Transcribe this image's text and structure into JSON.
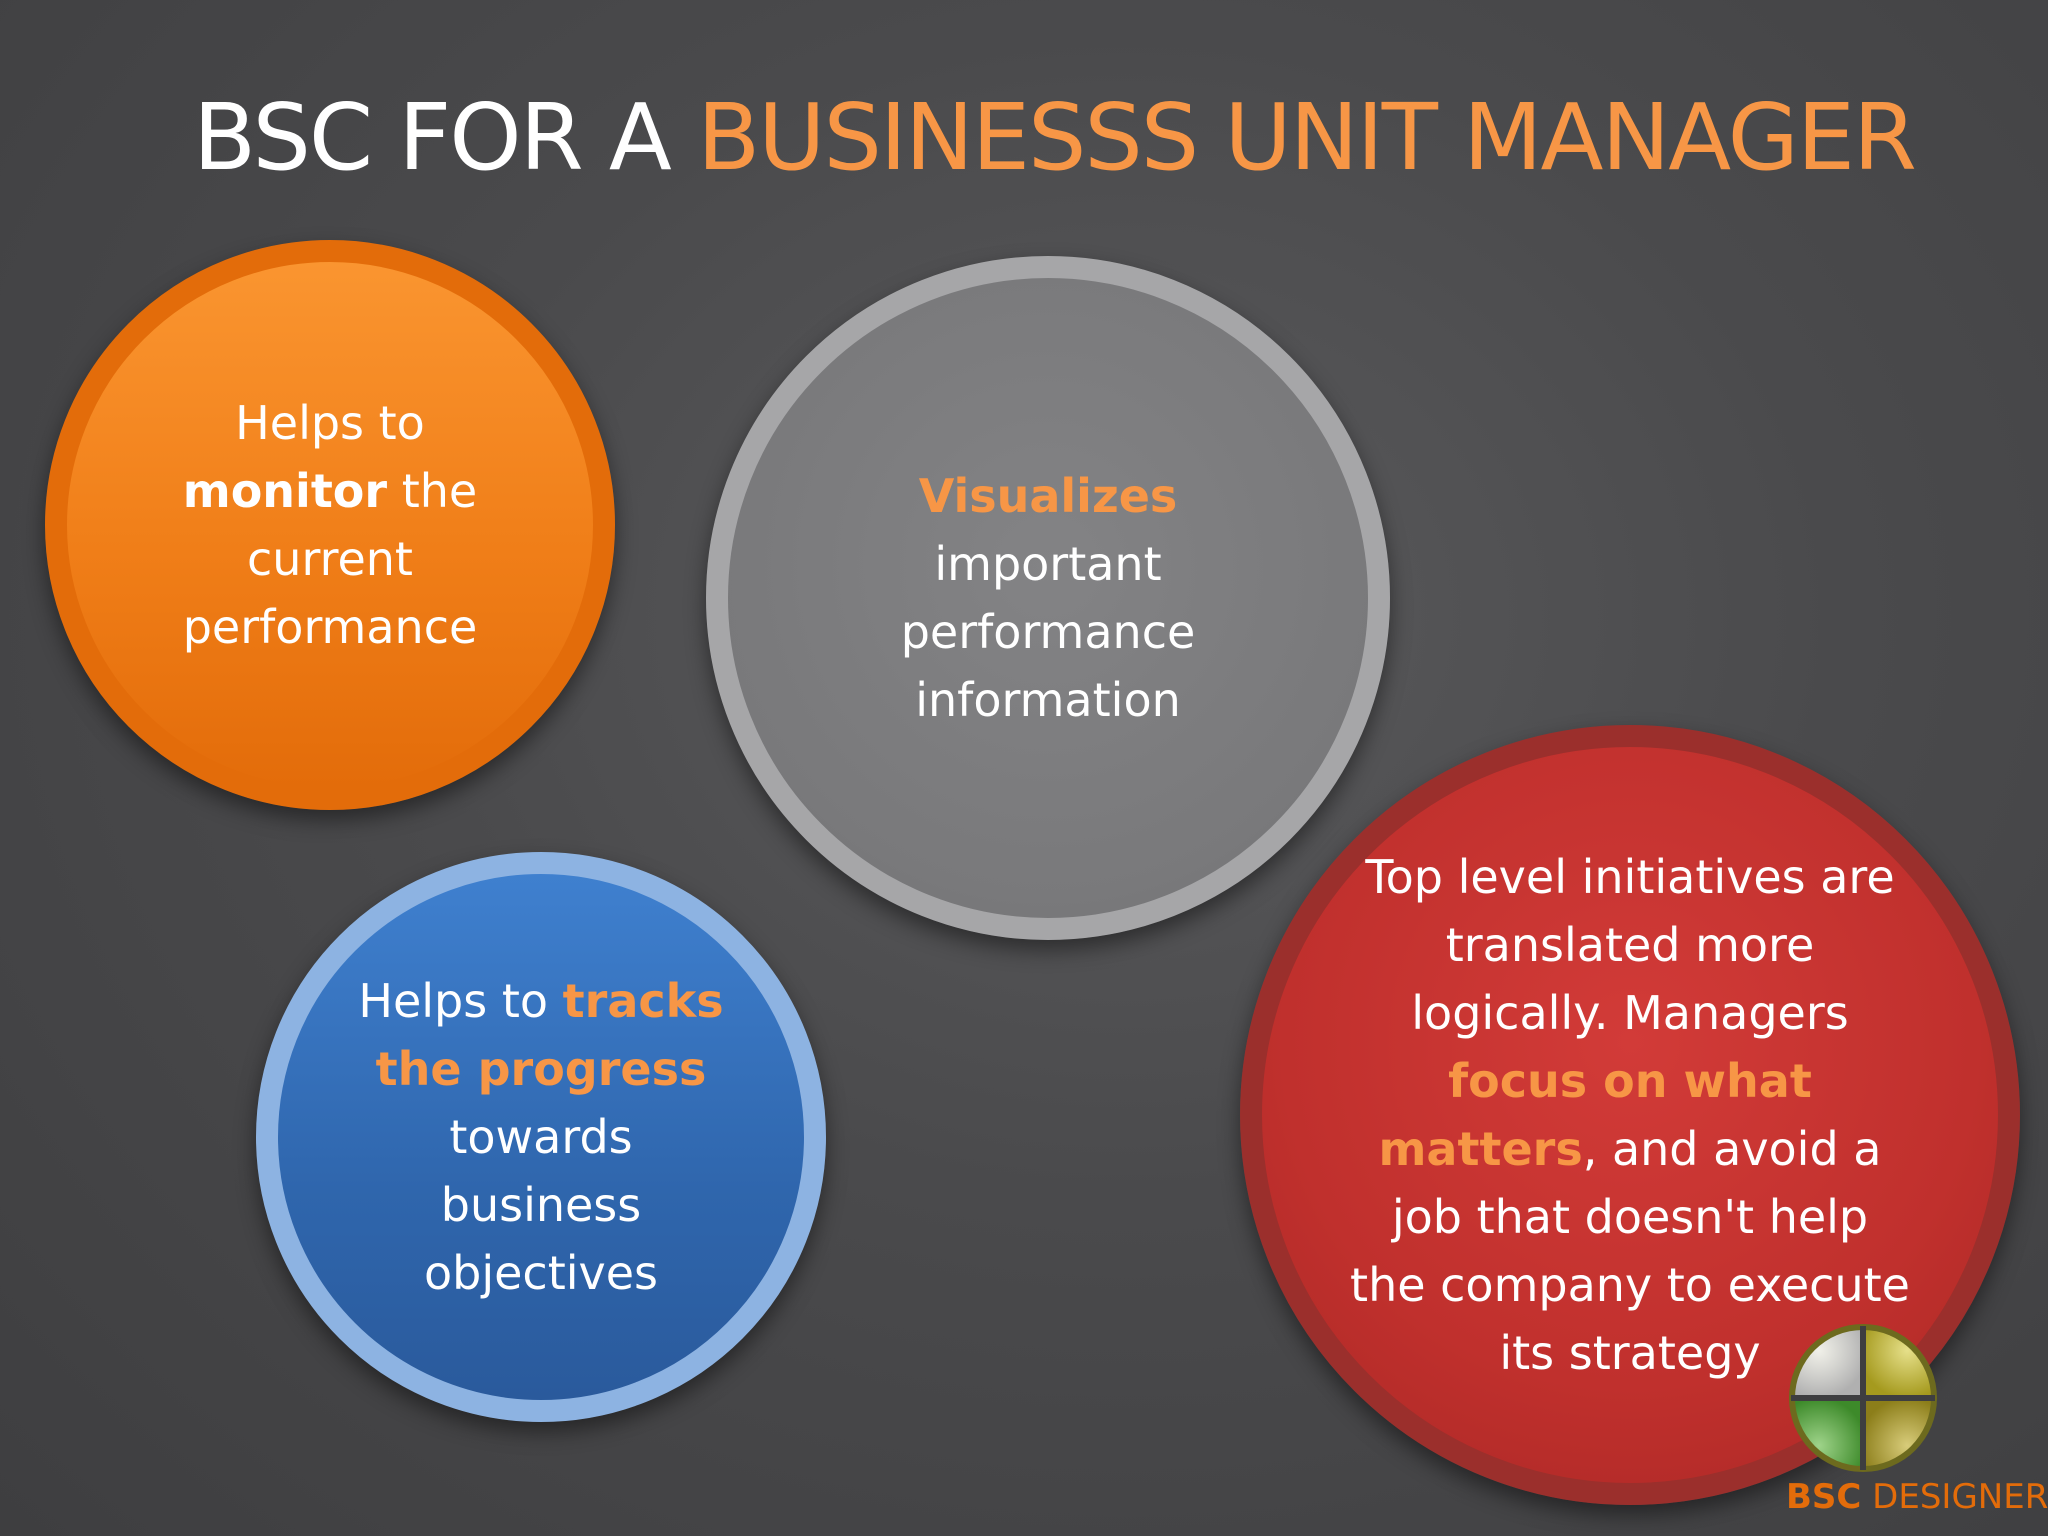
{
  "title": {
    "part1": "BSC FOR A ",
    "part2": "BUSINESSS UNIT MANAGER"
  },
  "circles": {
    "orange": {
      "text1": "Helps to",
      "strong": "monitor",
      "text2": " the current performance"
    },
    "gray": {
      "highlight": "Visualizes",
      "text": " important performance information"
    },
    "blue": {
      "text1": "Helps to ",
      "highlight": "tracks the progress",
      "text2": " towards business objectives"
    },
    "red": {
      "text1": "Top level initiatives are translated more logically. Managers ",
      "highlight": "focus on what matters",
      "text2": ", and avoid a job that doesn't help the company to execute its strategy"
    }
  },
  "brand": {
    "strong": "BSC",
    "text": " DESIGNER"
  },
  "colors": {
    "accent": "#f79646",
    "orange": "#e36c0a",
    "gray": "#79797b",
    "blue": "#2f66ad",
    "red": "#c0302d"
  }
}
